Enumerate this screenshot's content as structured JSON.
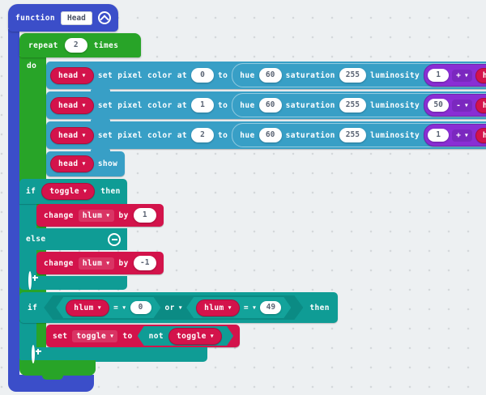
{
  "colors": {
    "workspace_bg": "#edf0f2",
    "function_blue": "#3b4ec9",
    "loop_green": "#28a428",
    "light_block_teal_blue": "#389fc6",
    "logic_teal": "#0f9c95",
    "variable_crimson": "#d3134b",
    "math_purple": "#8a2ed4"
  },
  "icons": {
    "collapse": "chevron-up-circle",
    "minus": "minus-circle",
    "plus": "plus-circle",
    "dropdown": "caret-down"
  },
  "function_block": {
    "keyword": "function",
    "name": "Head"
  },
  "repeat_block": {
    "keyword": "repeat",
    "count": "2",
    "suffix": "times",
    "do_label": "do"
  },
  "pixel_rows": [
    {
      "device": "head",
      "action": "set pixel color at",
      "index": "0",
      "to": "to",
      "hue_label": "hue",
      "hue": "60",
      "sat_label": "saturation",
      "sat": "255",
      "lum_label": "luminosity",
      "lum_value": "1",
      "op": "+",
      "var": "hlum"
    },
    {
      "device": "head",
      "action": "set pixel color at",
      "index": "1",
      "to": "to",
      "hue_label": "hue",
      "hue": "60",
      "sat_label": "saturation",
      "sat": "255",
      "lum_label": "luminosity",
      "lum_value": "50",
      "op": "-",
      "var": "hlum"
    },
    {
      "device": "head",
      "action": "set pixel color at",
      "index": "2",
      "to": "to",
      "hue_label": "hue",
      "hue": "60",
      "sat_label": "saturation",
      "sat": "255",
      "lum_label": "luminosity",
      "lum_value": "1",
      "op": "+",
      "var": "hlum"
    }
  ],
  "show_block": {
    "device": "head",
    "action": "show"
  },
  "if_toggle_block": {
    "if_label": "if",
    "condition": "toggle",
    "then_label": "then",
    "else_label": "else",
    "change_then": {
      "keyword": "change",
      "var": "hlum",
      "by": "by",
      "value": "1"
    },
    "change_else": {
      "keyword": "change",
      "var": "hlum",
      "by": "by",
      "value": "-1"
    }
  },
  "if_compare_block": {
    "if_label": "if",
    "then_label": "then",
    "or_op": "or",
    "left": {
      "var": "hlum",
      "op": "=",
      "value": "0"
    },
    "right": {
      "var": "hlum",
      "op": "=",
      "value": "49"
    },
    "set_row": {
      "keyword": "set",
      "var": "toggle",
      "to": "to",
      "not_label": "not",
      "not_var": "toggle"
    }
  }
}
